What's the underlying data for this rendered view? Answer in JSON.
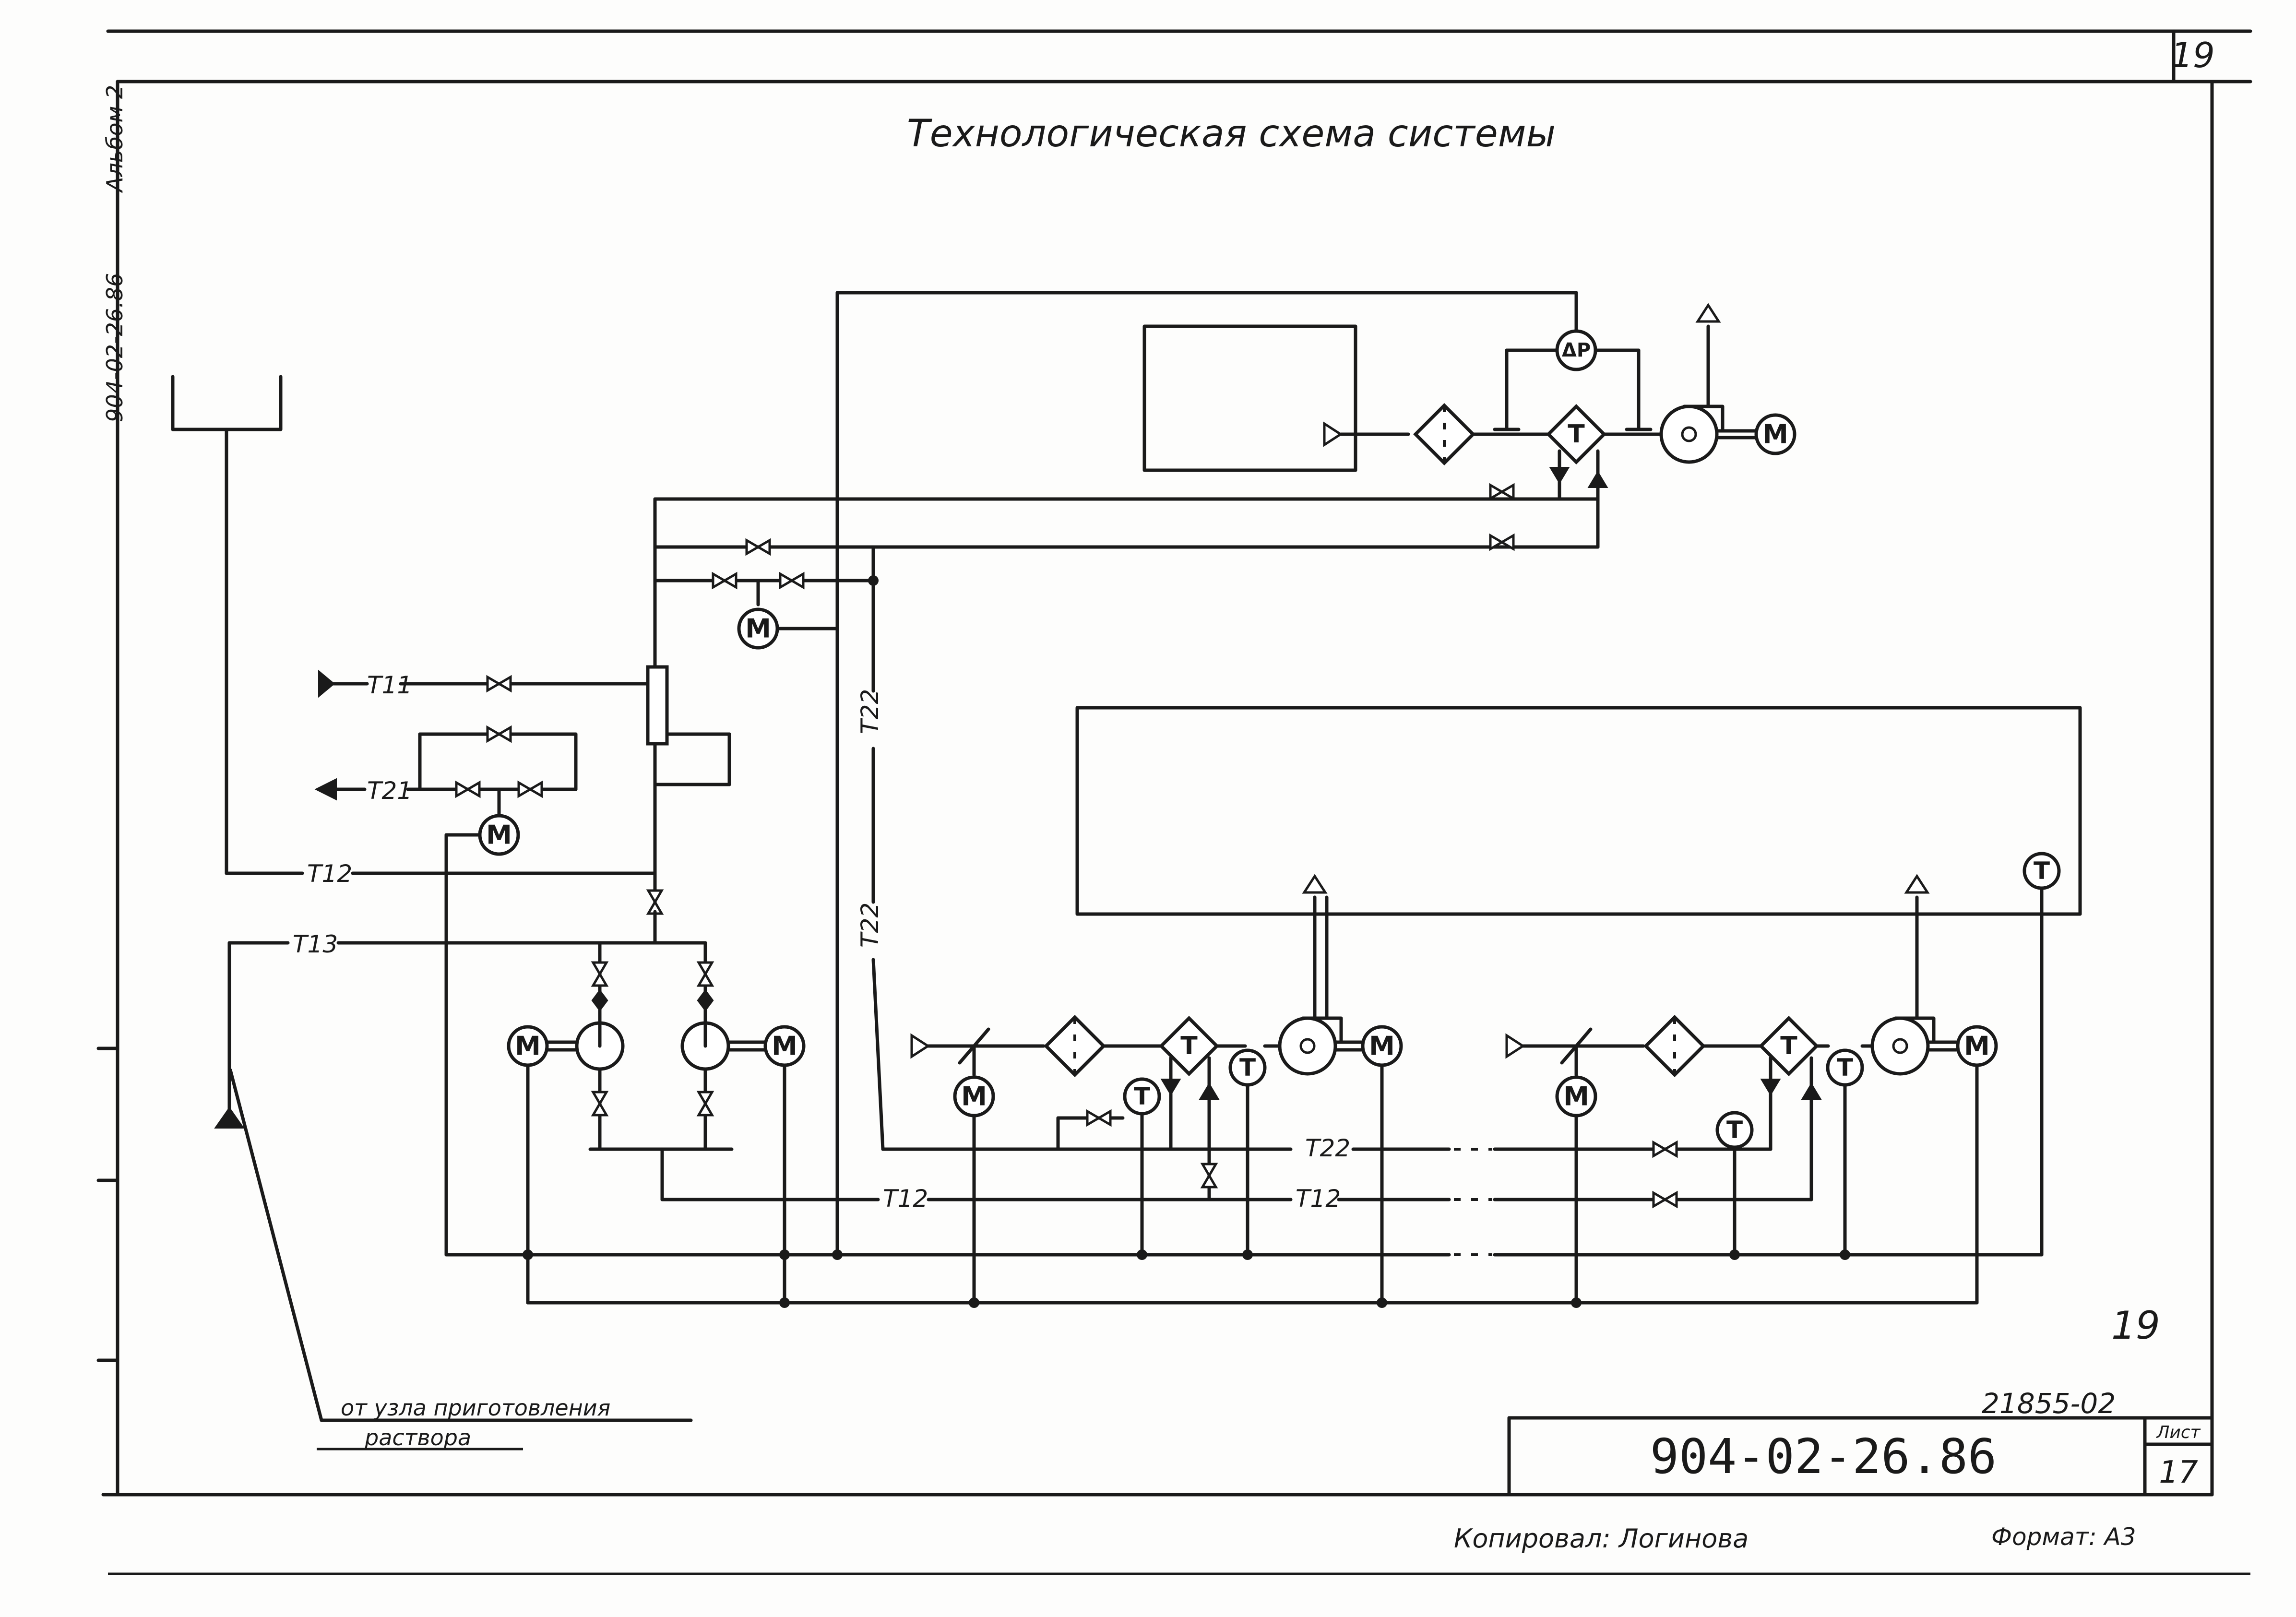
{
  "title": "Технологическая схема системы",
  "sheet_number_top": "19",
  "sheet_number_handwritten": "19",
  "side_text_1": "904-02-26.86",
  "side_text_2": "Альбом 2",
  "pipes": {
    "t11": "Т11",
    "t21": "Т21",
    "t12": "Т12",
    "t13": "Т13",
    "t22": "Т22"
  },
  "symbols": {
    "motor": "М",
    "temperature": "Т",
    "pressure_diff": "ΔР"
  },
  "source_note_line1": "от узла приготовления",
  "source_note_line2": "раствора",
  "inventory_number": "21855-02",
  "stamp": {
    "code": "904-02-26.86",
    "sheet_label": "Лист",
    "sheet_value": "17"
  },
  "footer": {
    "copied_by": "Копировал: Логинова",
    "format": "Формат: А3"
  }
}
